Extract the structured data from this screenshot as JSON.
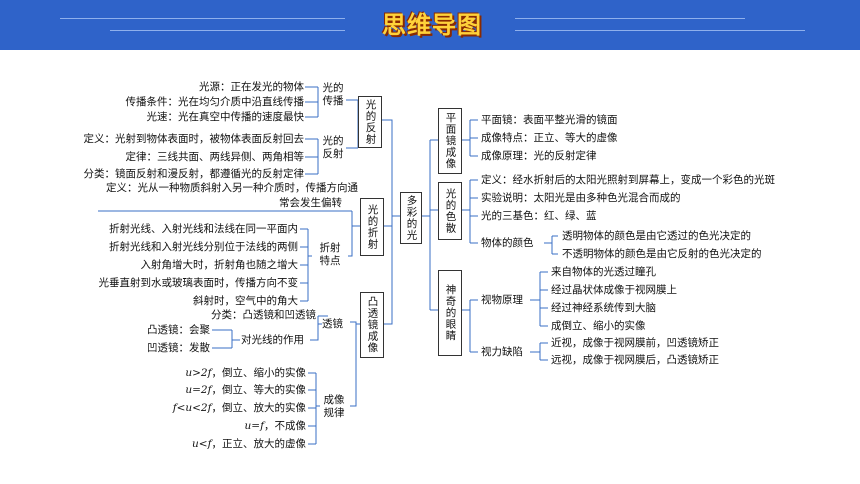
{
  "banner": {
    "title": "思维导图"
  },
  "center": "多彩的光",
  "left": {
    "propagation": {
      "label": "光的传播",
      "items": [
        "光源：正在发光的物体",
        "传播条件：光在均匀介质中沿直线传播",
        "光速：光在真空中传播的速度最快"
      ]
    },
    "reflection_law": {
      "label": "光的反射",
      "items": [
        "定义：光射到物体表面时，被物体表面反射回去",
        "定律：三线共面、两线异侧、两角相等",
        "分类：镜面反射和漫反射，都遵循光的反射定律"
      ]
    },
    "reflection_group": "光的反射",
    "refraction": {
      "label": "光的折射",
      "definition_line1": "定义：光从一种物质斜射入另一种介质时，传播方向通",
      "definition_line2": "常会发生偏转",
      "features_label": "折射特点",
      "features": [
        "折射光线、入射光线和法线在同一平面内",
        "折射光线和入射光线分别位于法线的两侧",
        "入射角增大时，折射角也随之增大",
        "光垂直射到水或玻璃表面时，传播方向不变",
        "斜射时，空气中的角大"
      ]
    },
    "lens": {
      "label": "凸透镜成像",
      "lens_label": "透镜",
      "classification": "分类：凸透镜和凹透镜",
      "effect_label": "对光线的作用",
      "convex": "凸透镜：会聚",
      "concave": "凹透镜：发散",
      "imaging_label": "成像规律",
      "rules": [
        {
          "cond": "u>2f",
          "desc": "，倒立、缩小的实像"
        },
        {
          "cond": "u=2f",
          "desc": "，倒立、等大的实像"
        },
        {
          "cond": "f<u<2f",
          "desc": "，倒立、放大的实像"
        },
        {
          "cond": "u=f",
          "desc": "，不成像"
        },
        {
          "cond": "u<f",
          "desc": "，正立、放大的虚像"
        }
      ]
    }
  },
  "right": {
    "plane_mirror": {
      "label": "平面镜成像",
      "items": [
        "平面镜：表面平整光滑的镜面",
        "成像特点：正立、等大的虚像",
        "成像原理：光的反射定律"
      ]
    },
    "color": {
      "label": "光的色散",
      "items": [
        "定义：经水折射后的太阳光照射到屏幕上，变成一个彩色的光斑",
        "实验说明：太阳光是由多种色光混合而成的",
        "光的三基色：红、绿、蓝"
      ],
      "object_color_label": "物体的颜色",
      "object_color": [
        "透明物体的颜色是由它透过的色光决定的",
        "不透明物体的颜色是由它反射的色光决定的"
      ]
    },
    "eye": {
      "label": "神奇的眼睛",
      "vision_label": "视物原理",
      "vision": [
        "来自物体的光透过瞳孔",
        "经过晶状体成像于视网膜上",
        "经过神经系统传到大脑",
        "成倒立、缩小的实像"
      ],
      "defect_label": "视力缺陷",
      "defects": [
        "近视，成像于视网膜前，凹透镜矫正",
        "远视，成像于视网膜后，凸透镜矫正"
      ]
    }
  },
  "colors": {
    "banner": "#2f63c9",
    "title": "#ffd23a",
    "line": "#3a6fc4"
  }
}
